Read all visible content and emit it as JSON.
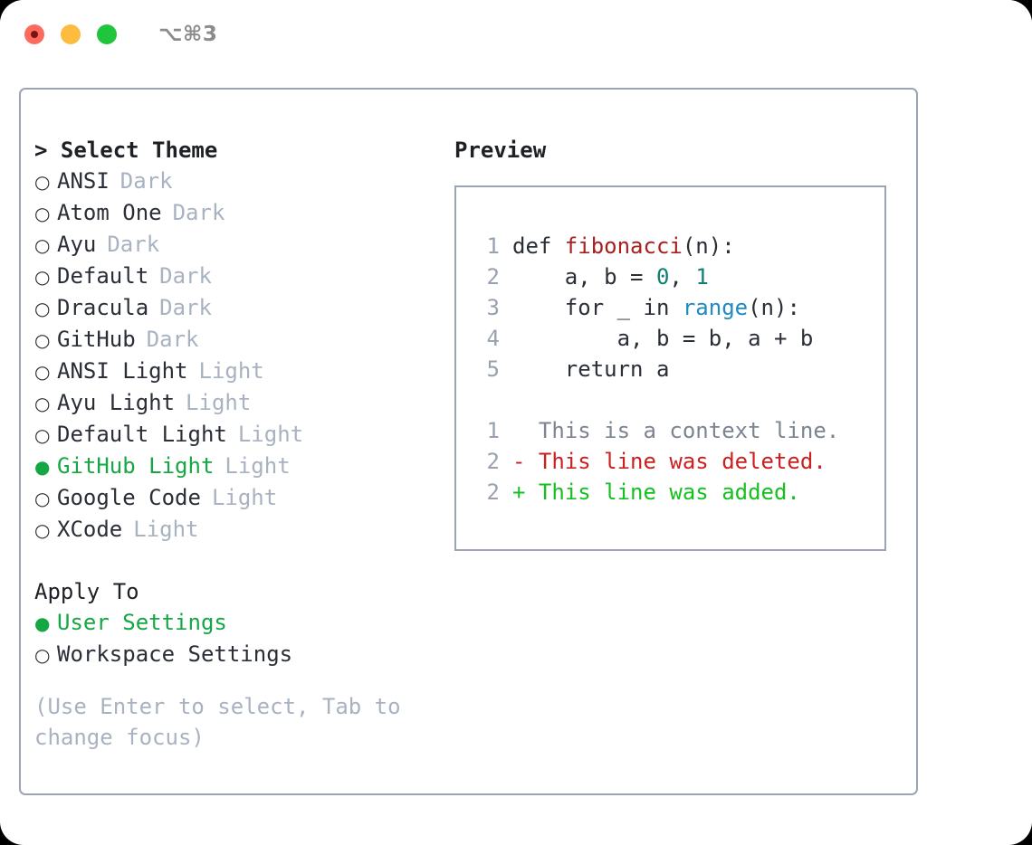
{
  "titlebar": {
    "shortcut": "⌥⌘3",
    "buttons": [
      {
        "name": "close",
        "color": "#fd6a60"
      },
      {
        "name": "minimize",
        "color": "#fdbc40"
      },
      {
        "name": "maximize",
        "color": "#21c53b"
      }
    ]
  },
  "theme_picker": {
    "header": "> Select Theme",
    "bullet_unselected": "○",
    "bullet_selected": "●",
    "options": [
      {
        "label": "ANSI",
        "tag": "Dark",
        "selected": false
      },
      {
        "label": "Atom One",
        "tag": "Dark",
        "selected": false
      },
      {
        "label": "Ayu",
        "tag": "Dark",
        "selected": false
      },
      {
        "label": "Default",
        "tag": "Dark",
        "selected": false
      },
      {
        "label": "Dracula",
        "tag": "Dark",
        "selected": false
      },
      {
        "label": "GitHub",
        "tag": "Dark",
        "selected": false
      },
      {
        "label": "ANSI Light",
        "tag": "Light",
        "selected": false
      },
      {
        "label": "Ayu Light",
        "tag": "Light",
        "selected": false
      },
      {
        "label": "Default Light",
        "tag": "Light",
        "selected": false
      },
      {
        "label": "GitHub Light",
        "tag": "Light",
        "selected": true
      },
      {
        "label": "Google Code",
        "tag": "Light",
        "selected": false
      },
      {
        "label": "XCode",
        "tag": "Light",
        "selected": false
      }
    ]
  },
  "apply_to": {
    "header": "Apply To",
    "options": [
      {
        "label": "User Settings",
        "selected": true
      },
      {
        "label": "Workspace Settings",
        "selected": false
      }
    ]
  },
  "help_text": "(Use Enter to select, Tab to change focus)",
  "preview": {
    "title": "Preview",
    "code_lines": [
      {
        "lineno": "1",
        "segments": [
          {
            "text": "def ",
            "kind": "plain"
          },
          {
            "text": "fibonacci",
            "kind": "func"
          },
          {
            "text": "(n):",
            "kind": "plain"
          }
        ]
      },
      {
        "lineno": "2",
        "segments": [
          {
            "text": "    a, b = ",
            "kind": "plain"
          },
          {
            "text": "0",
            "kind": "num"
          },
          {
            "text": ", ",
            "kind": "plain"
          },
          {
            "text": "1",
            "kind": "num"
          }
        ]
      },
      {
        "lineno": "3",
        "segments": [
          {
            "text": "    for _ in ",
            "kind": "plain"
          },
          {
            "text": "range",
            "kind": "call"
          },
          {
            "text": "(n):",
            "kind": "plain"
          }
        ]
      },
      {
        "lineno": "4",
        "segments": [
          {
            "text": "        a, b = b, a + b",
            "kind": "plain"
          }
        ]
      },
      {
        "lineno": "5",
        "segments": [
          {
            "text": "    return a",
            "kind": "plain"
          }
        ]
      }
    ],
    "diff_lines": [
      {
        "lineno": "1",
        "marker": " ",
        "text": "  This is a context line.",
        "kind": "context"
      },
      {
        "lineno": "2",
        "marker": "-",
        "text": "- This line was deleted.",
        "kind": "deleted"
      },
      {
        "lineno": "2",
        "marker": "+",
        "text": "+ This line was added.",
        "kind": "added"
      }
    ]
  },
  "colors": {
    "accent_green": "#16a745",
    "diff_added": "#16c020",
    "diff_deleted": "#cc1f1f",
    "muted": "#a9b2c0",
    "border": "#9aa4b4",
    "text": "#2a2e36",
    "func": "#a91f1f",
    "number": "#0e8174",
    "call": "#1f8ac0"
  }
}
